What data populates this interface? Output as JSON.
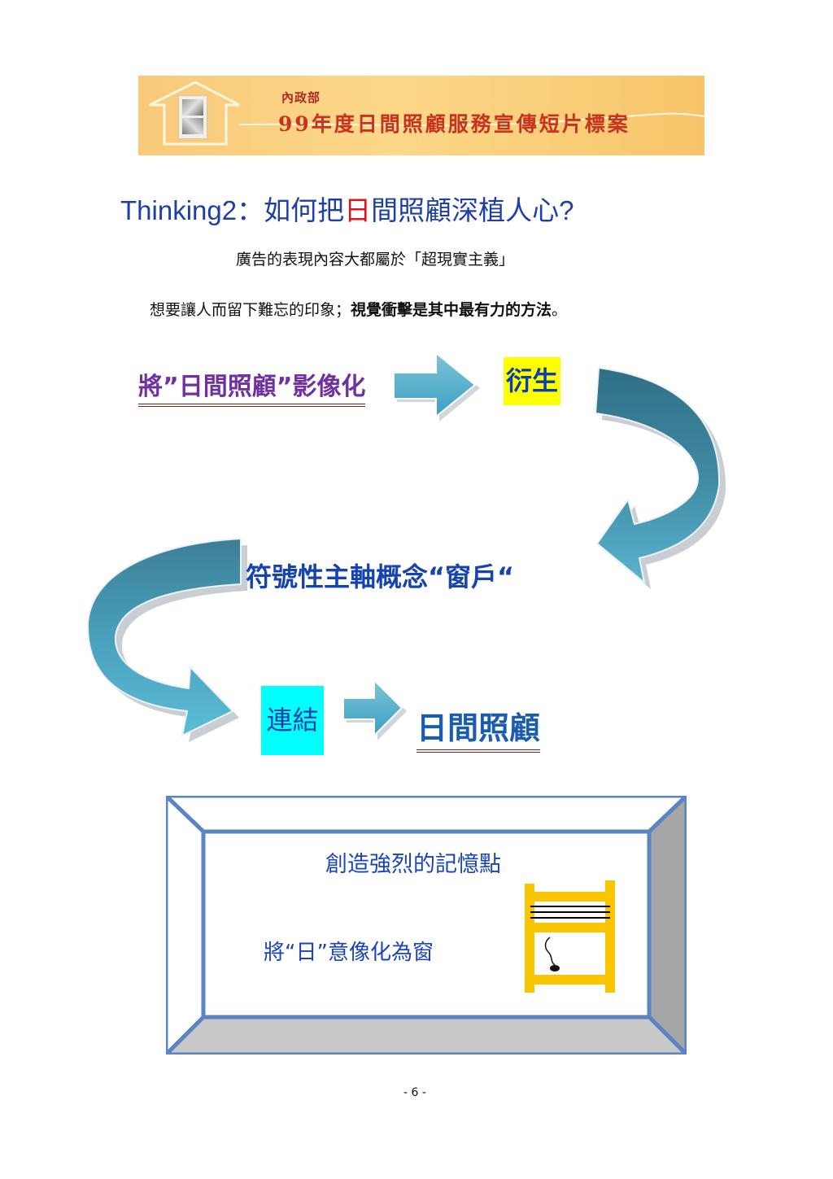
{
  "banner": {
    "org": "內政部",
    "title": "99年度日間照顧服務宣傳短片標案",
    "colors": {
      "accent": "#c8321e",
      "background": "#fcd889"
    }
  },
  "heading": {
    "prefix": "Thinking2",
    "colon": "：如何把",
    "highlight": "日",
    "suffix": "間照顧深植人心",
    "question": "?"
  },
  "intro": {
    "line1": "廣告的表現內容大都屬於「超現實主義」",
    "line2_normal": "想要讓人而留下難忘的印象；",
    "line2_bold": "視覺衝擊是其中最有力的方法",
    "line2_end": "。"
  },
  "flow": {
    "visualize": "將”日間照顧”影像化",
    "derive": "衍生",
    "concept": "符號性主軸概念“窗戶“",
    "connect": "連結",
    "daycare": "日間照顧"
  },
  "box": {
    "title": "創造強烈的記憶點",
    "text": "將“日”意像化為窗"
  },
  "footer": {
    "page": "- 6 -"
  }
}
